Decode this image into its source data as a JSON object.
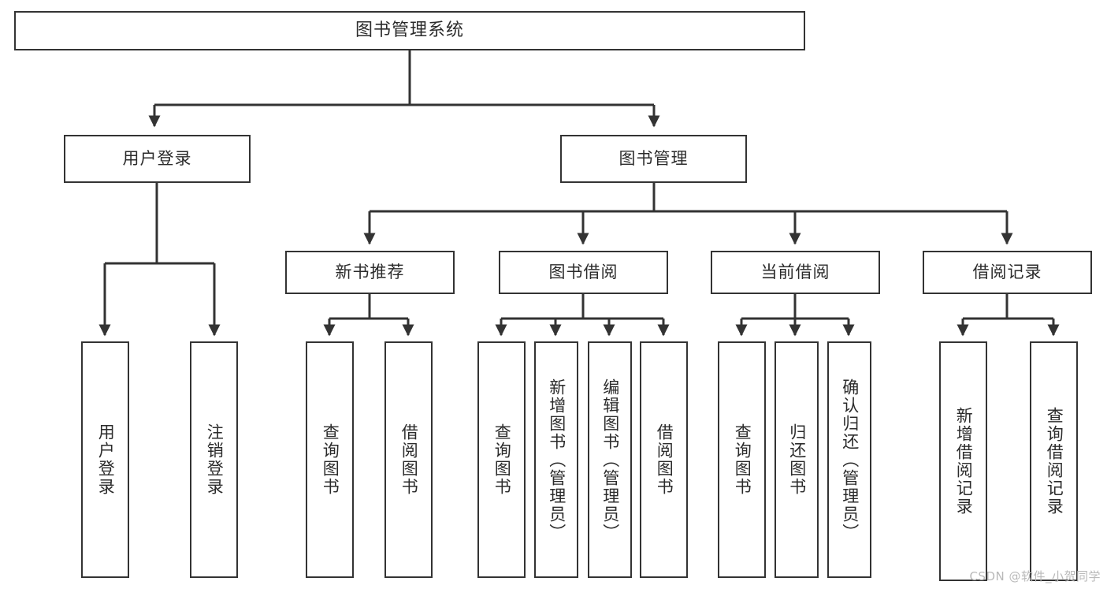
{
  "diagram": {
    "type": "tree",
    "title": "图书管理系统",
    "root": {
      "label": "图书管理系统"
    },
    "level2": [
      {
        "label": "用户登录"
      },
      {
        "label": "图书管理"
      }
    ],
    "level3": [
      {
        "label": "新书推荐"
      },
      {
        "label": "图书借阅"
      },
      {
        "label": "当前借阅"
      },
      {
        "label": "借阅记录"
      }
    ],
    "leaves": {
      "user_login": [
        {
          "label": "用户登录"
        },
        {
          "label": "注销登录"
        }
      ],
      "new_book_recommend": [
        {
          "label": "查询图书"
        },
        {
          "label": "借阅图书"
        }
      ],
      "book_borrow": [
        {
          "label": "查询图书"
        },
        {
          "label": "新增图书（管理员）"
        },
        {
          "label": "编辑图书（管理员）"
        },
        {
          "label": "借阅图书"
        }
      ],
      "current_borrow": [
        {
          "label": "查询图书"
        },
        {
          "label": "归还图书"
        },
        {
          "label": "确认归还（管理员）"
        }
      ],
      "borrow_record": [
        {
          "label": "新增借阅记录"
        },
        {
          "label": "查询借阅记录"
        }
      ]
    }
  },
  "watermark": {
    "text": "CSDN @软件_小贺同学"
  },
  "colors": {
    "stroke": "#333333",
    "text": "#2b2b2b",
    "background": "#ffffff",
    "watermark": "#b9b9b9"
  }
}
